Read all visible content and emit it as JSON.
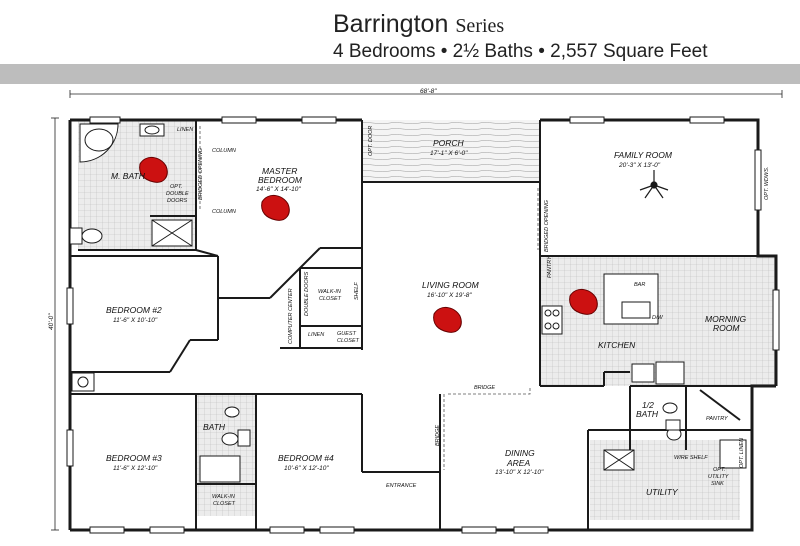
{
  "header": {
    "series_name": "Barrington",
    "series_word": "Series",
    "specs": "4 Bedrooms • 2½ Baths • 2,557 Square Feet"
  },
  "dimensions": {
    "width": "68'-8\"",
    "depth": "40'-0\""
  },
  "rooms": {
    "porch": "PORCH",
    "porch_dim": "17'-1\" X 6'-0\"",
    "family_room": "FAMILY ROOM",
    "family_room_dim": "20'-3\" X 13'-0\"",
    "m_bath": "M. BATH",
    "master_bedroom": "MASTER BEDROOM",
    "master_bedroom_l1": "MASTER",
    "master_bedroom_l2": "BEDROOM",
    "master_bedroom_dim": "14'-6\" X 14'-10\"",
    "bedroom2": "BEDROOM #2",
    "bedroom2_dim": "11'-6\" X 10'-10\"",
    "living_room": "LIVING ROOM",
    "living_room_dim": "16'-10\" X 19'-8\"",
    "kitchen": "KITCHEN",
    "morning_room_l1": "MORNING",
    "morning_room_l2": "ROOM",
    "bedroom3": "BEDROOM #3",
    "bedroom3_dim": "11'-6\" X 12'-10\"",
    "bath": "BATH",
    "bedroom4": "BEDROOM #4",
    "bedroom4_dim": "10'-6\" X 12'-10\"",
    "dining_l1": "DINING",
    "dining_l2": "AREA",
    "dining_dim": "13'-10\" X 12'-10\"",
    "utility": "UTILITY",
    "half_bath_l1": "1/2",
    "half_bath_l2": "BATH",
    "entrance": "ENTRANCE"
  },
  "notes": {
    "linen": "LINEN",
    "linen2": "LINEN",
    "column_top": "COLUMN",
    "column_bottom": "COLUMN",
    "opt_double_doors_l1": "OPT.",
    "opt_double_doors_l2": "DOUBLE",
    "opt_double_doors_l3": "DOORS",
    "bridged_opening_1": "BRIDGED OPENING",
    "bridged_opening_2": "BRIDGED OPENING",
    "opt_door": "OPT. DOOR",
    "opt_wdws": "OPT. WDWS.",
    "shelf": "SHELF",
    "walk_in_closet_l1": "WALK-IN",
    "walk_in_closet_l2": "CLOSET",
    "walk_in_closet2_l1": "WALK-IN",
    "walk_in_closet2_l2": "CLOSET",
    "computer_center": "COMPUTER CENTER",
    "double_doors": "DOUBLE DOORS",
    "guest_l1": "GUEST",
    "guest_l2": "CLOSET",
    "pantry_v": "PANTRY",
    "pantry": "PANTRY",
    "bar": "BAR",
    "dw": "D/W",
    "bridge_h": "BRIDGE",
    "bridge_v": "BRIDGE",
    "wire_shelf": "WIRE SHELF",
    "opt_utility_sink_l1": "OPT.",
    "opt_utility_sink_l2": "UTILITY",
    "opt_utility_sink_l3": "SINK",
    "opt_linen": "OPT. LINEN"
  },
  "colors": {
    "wall": "#1a1a1a",
    "band": "#bdbdbd",
    "light_marker": "#cc1111",
    "tile": "#d9d9d9"
  }
}
